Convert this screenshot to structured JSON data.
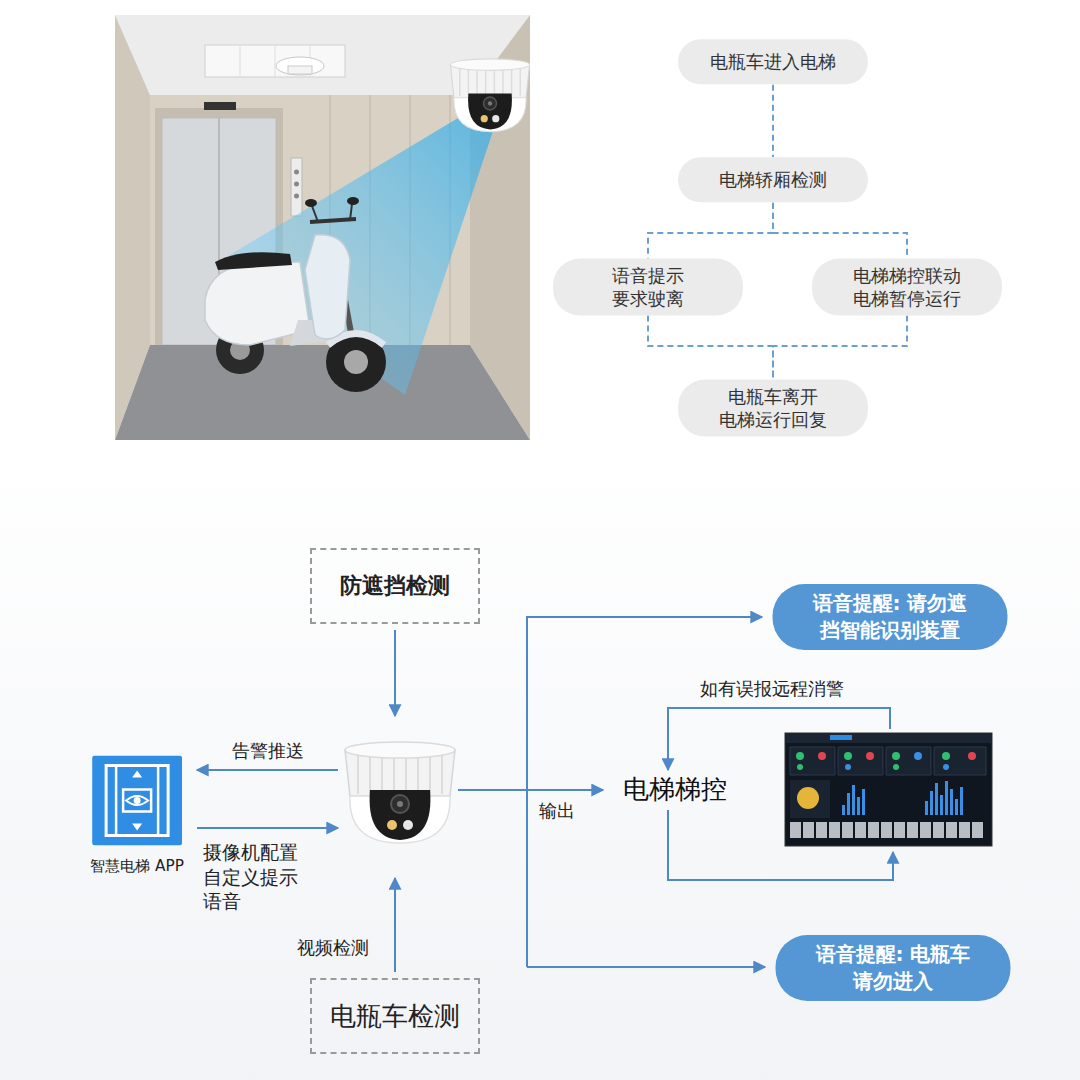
{
  "diagram": {
    "nodes": [
      {
        "text": [
          "电瓶车进入电梯"
        ]
      },
      {
        "text": [
          "电梯轿厢检测"
        ]
      },
      {
        "text": [
          "语音提示 要求驶离"
        ]
      },
      {
        "text": [
          "电梯梯控联动 电梯暂停运行"
        ]
      },
      {
        "text": [
          "电瓶车离开 电梯运行回复"
        ]
      },
      {
        "text": [
          "防遮挡检测"
        ]
      },
      {
        "text": [
          "语音提醒: 请勿遮 挡智能识别装置"
        ]
      },
      {
        "text": [
          "智慧电梯 APP"
        ]
      },
      {
        "text": [
          "语音提醒: 电瓶车 请勿进入"
        ]
      },
      {
        "text": [
          "电瓶车检测"
        ]
      }
    ],
    "edges": [
      {
        "from": 0,
        "to": 1,
        "arrow": "none"
      },
      {
        "from": 1,
        "to": 2,
        "arrow": "none"
      },
      {
        "from": 1,
        "to": 3,
        "arrow": "none"
      },
      {
        "from": 2,
        "to": 4,
        "arrow": "none"
      },
      {
        "from": 3,
        "to": 4,
        "arrow": "none"
      }
    ],
    "labels": [
      "告警推送",
      "摄像机配置 自定义提示 语音",
      "视频检测",
      "输出",
      "电梯梯控",
      "如有误报远程消警"
    ]
  }
}
